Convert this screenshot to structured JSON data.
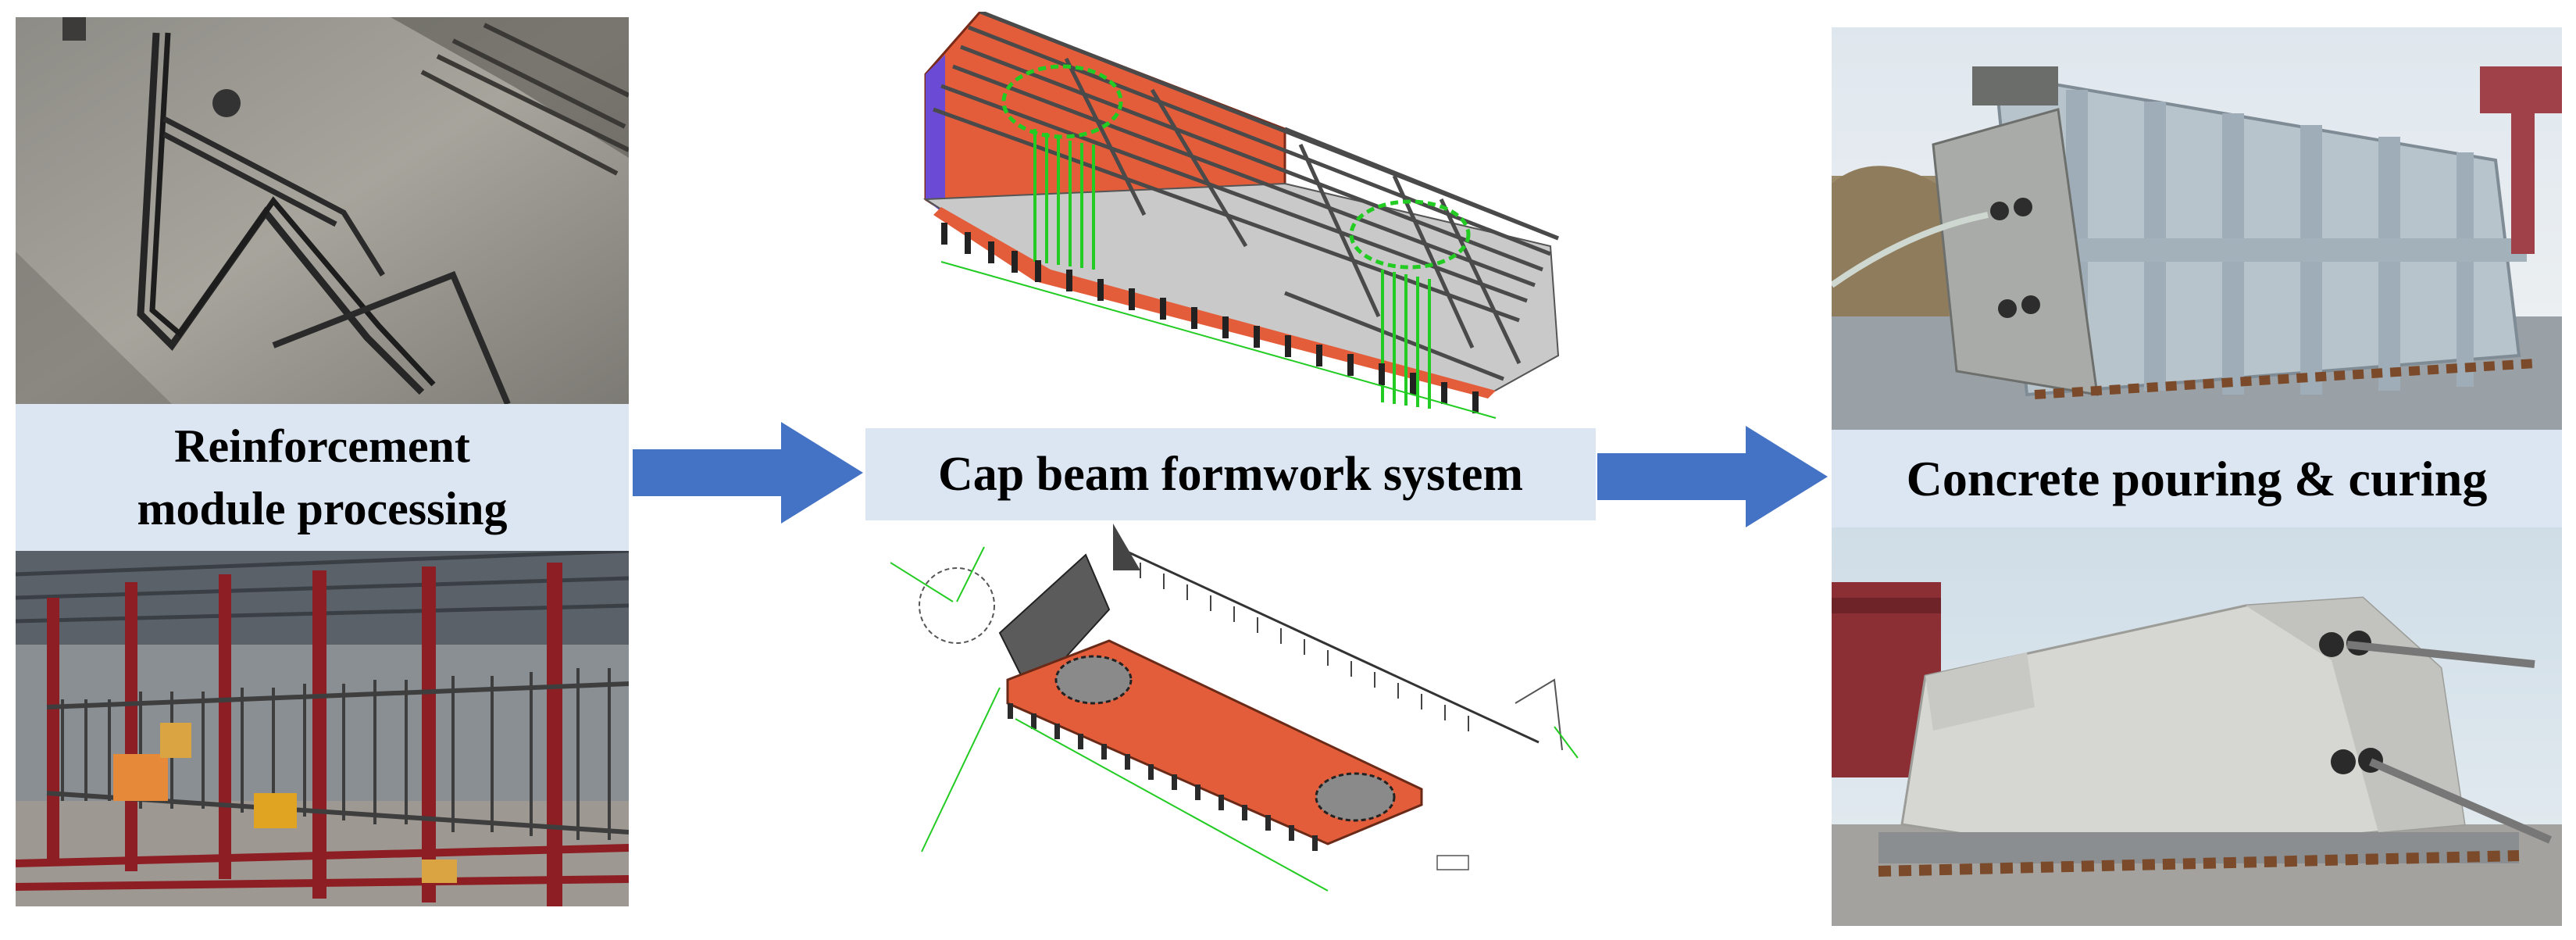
{
  "stages": [
    {
      "label_lines": [
        "Reinforcement",
        "module processing"
      ]
    },
    {
      "label_lines": [
        "Cap beam formwork system"
      ]
    },
    {
      "label_lines": [
        "Concrete pouring & curing"
      ]
    }
  ],
  "colors": {
    "label_fill": "#dce6f2",
    "arrow_fill": "#4472c4",
    "formwork_red": "#e35d3a",
    "rebar_green": "#22cc22"
  }
}
